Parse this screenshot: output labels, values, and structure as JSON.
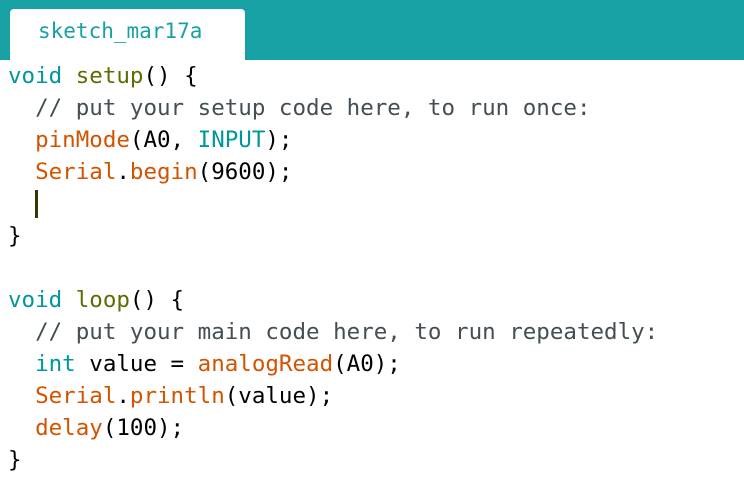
{
  "tab": {
    "label": "sketch_mar17a"
  },
  "code": {
    "l1": {
      "type": "void",
      "func": "setup",
      "rest": "() {"
    },
    "l2": {
      "indent": "  ",
      "comment": "// put your setup code here, to run once:"
    },
    "l3": {
      "indent": "  ",
      "fn": "pinMode",
      "open": "(A0, ",
      "const": "INPUT",
      "close": ");"
    },
    "l4": {
      "indent": "  ",
      "obj": "Serial",
      "dot": ".",
      "fn": "begin",
      "args": "(9600);"
    },
    "l5": {
      "indent": "  "
    },
    "l6": {
      "text": "}"
    },
    "l8": {
      "type": "void",
      "func": "loop",
      "rest": "() {"
    },
    "l9": {
      "indent": "  ",
      "comment": "// put your main code here, to run repeatedly:"
    },
    "l10": {
      "indent": "  ",
      "type": "int",
      "mid": " value = ",
      "fn": "analogRead",
      "args": "(A0);"
    },
    "l11": {
      "indent": "  ",
      "obj": "Serial",
      "dot": ".",
      "fn": "println",
      "args": "(value);"
    },
    "l12": {
      "indent": "  ",
      "fn": "delay",
      "args": "(100);"
    },
    "l13": {
      "text": "}"
    }
  },
  "colors": {
    "tabbar": "#17a1a5",
    "keyword_type": "#00979c",
    "keyword_function": "#5e6d03",
    "library_function": "#d35400",
    "comment": "#434f54"
  }
}
